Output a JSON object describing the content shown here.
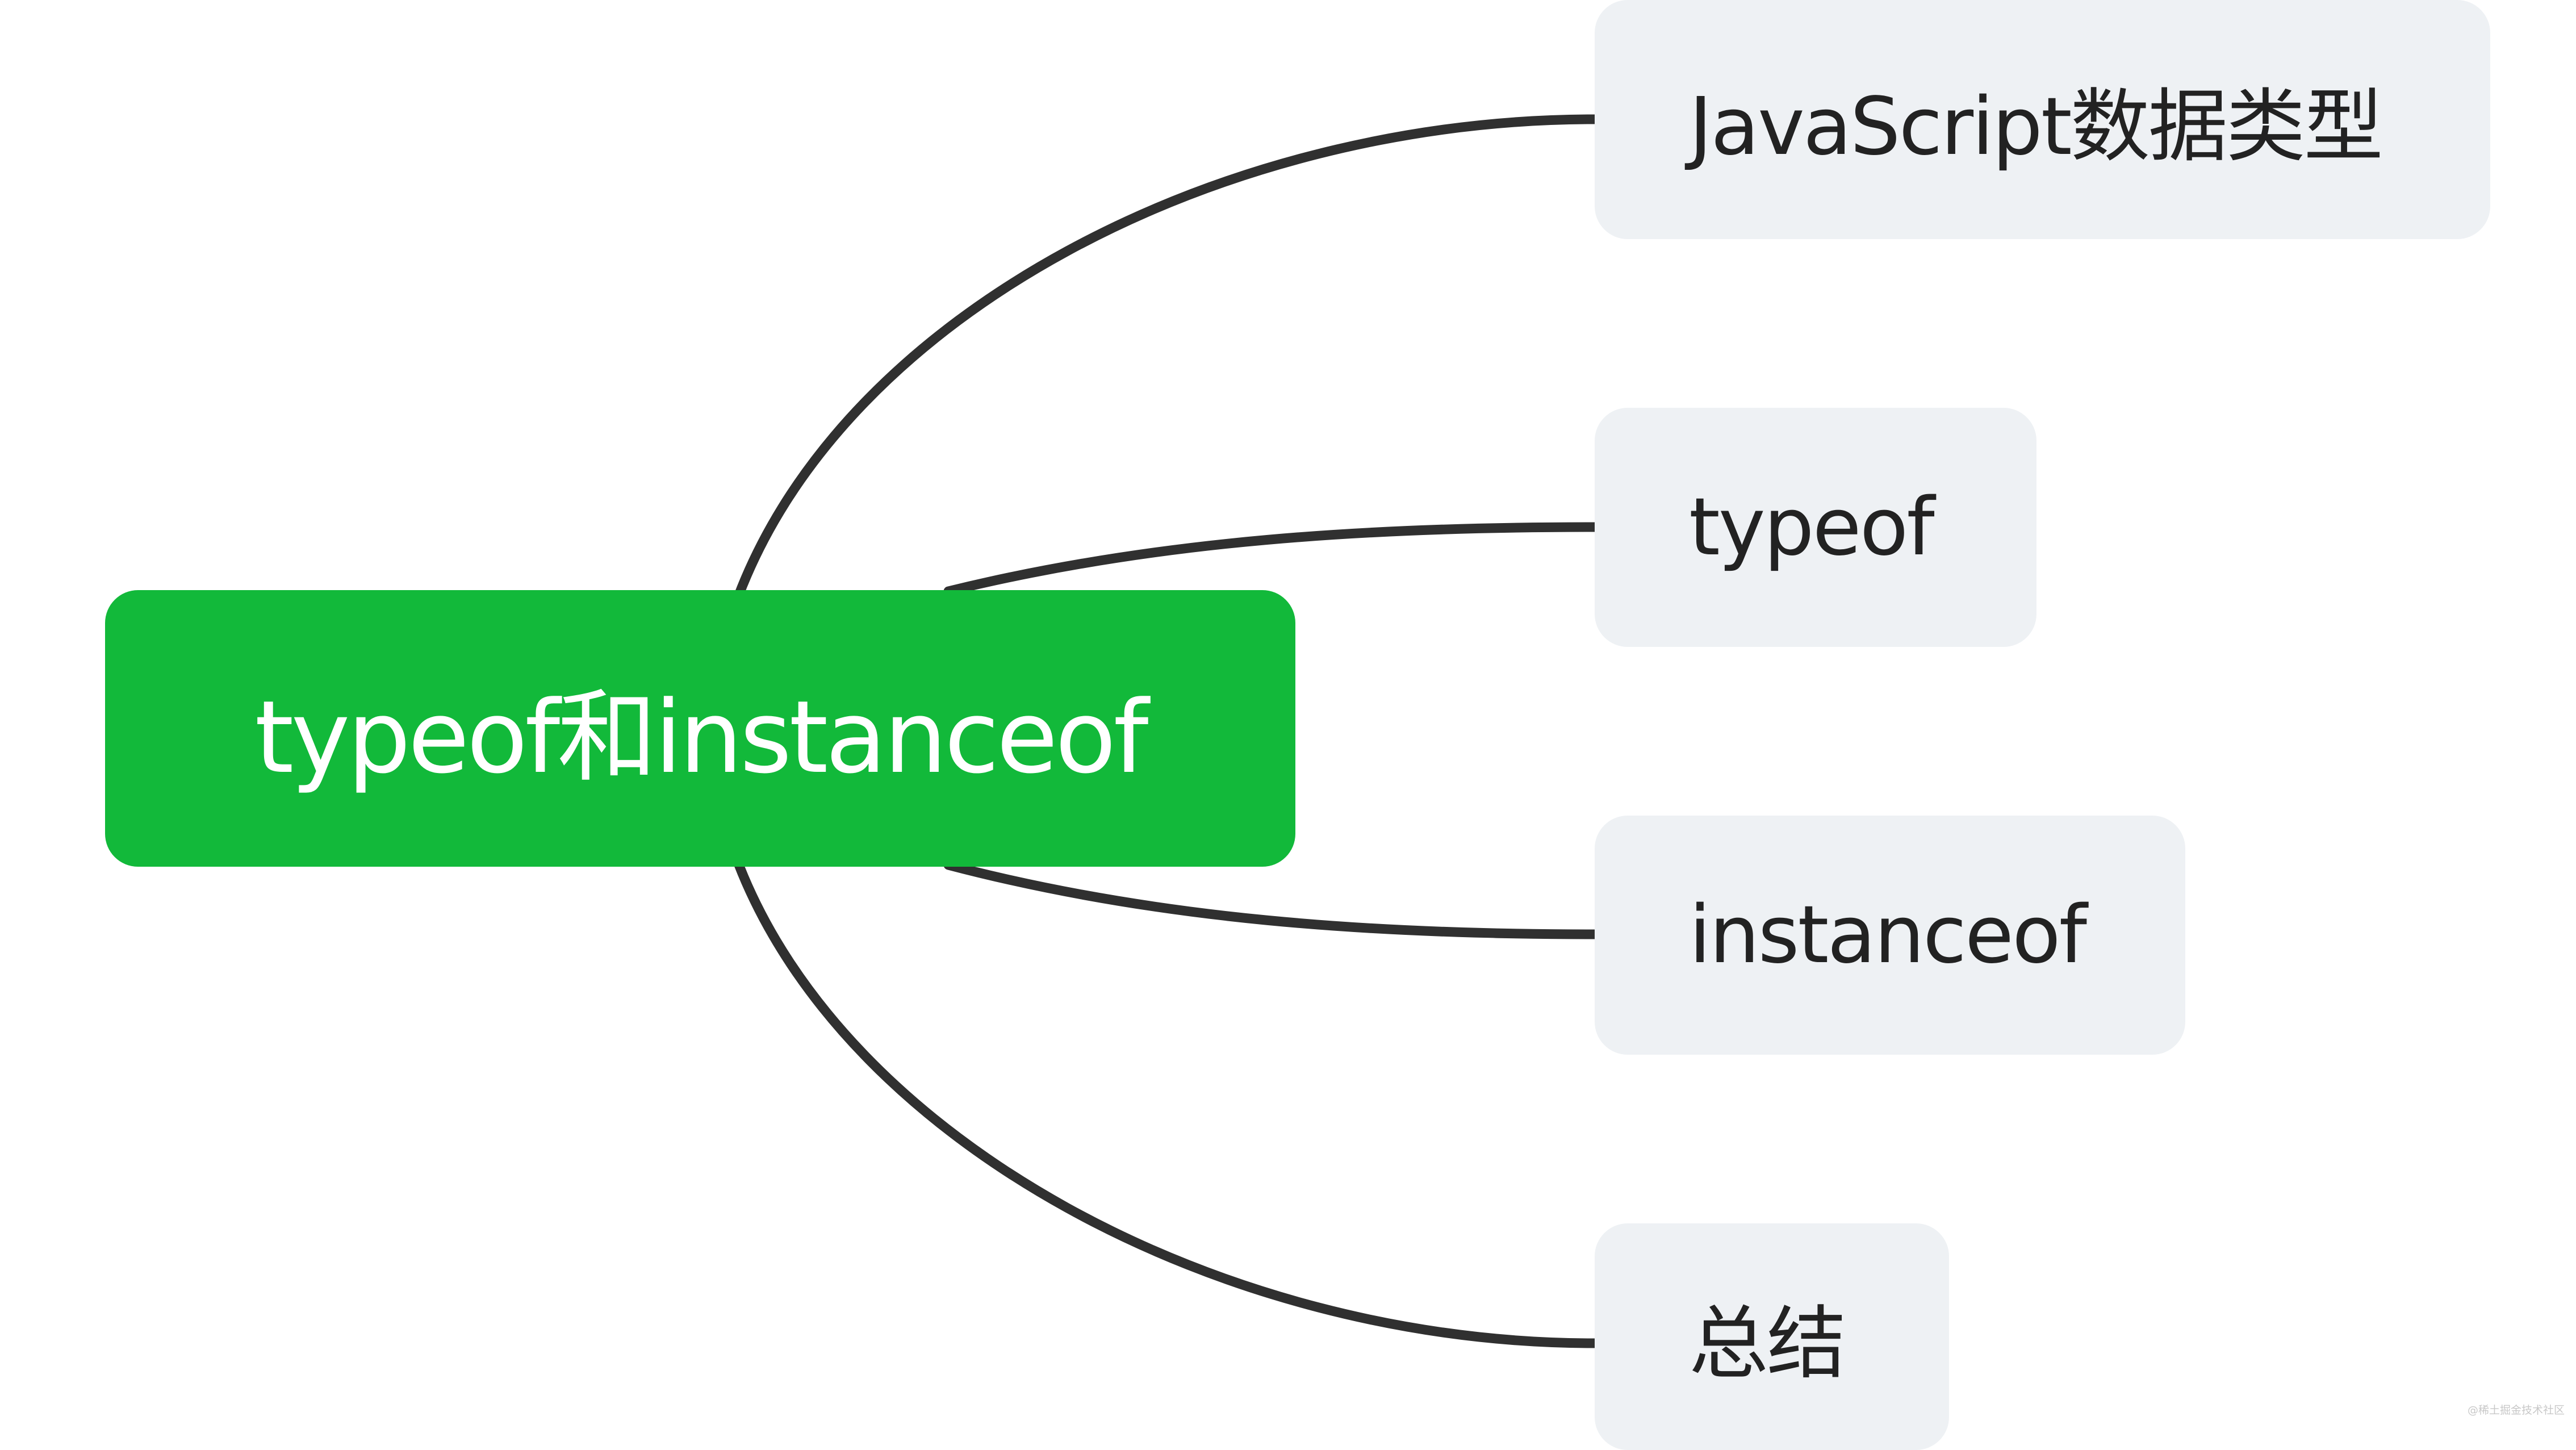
{
  "mindmap": {
    "root": {
      "label": "typeof和instanceof",
      "color": "#12b93a"
    },
    "branches": [
      {
        "label": "JavaScript数据类型"
      },
      {
        "label": "typeof"
      },
      {
        "label": "instanceof"
      },
      {
        "label": "总结"
      }
    ],
    "branch_fill": "#eef1f4",
    "connector_color": "#303030"
  },
  "watermark": {
    "text": "@稀土掘金技术社区"
  }
}
